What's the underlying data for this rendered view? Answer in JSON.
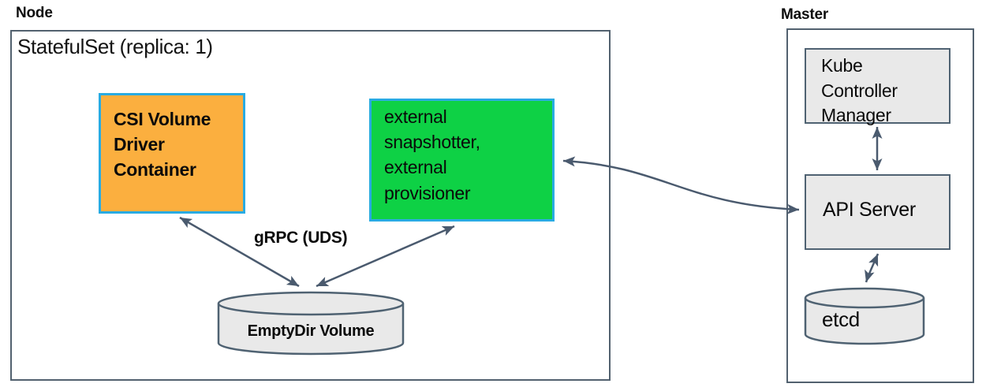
{
  "node_panel": {
    "label": "Node",
    "statefulset_label": "StatefulSet (replica: 1)",
    "csi_driver_box": {
      "label": "CSI Volume\nDriver\nContainer"
    },
    "sidecar_box": {
      "label": "external\nsnapshotter,\nexternal\nprovisioner"
    },
    "grpc_label": "gRPC (UDS)",
    "emptydir_volume": {
      "label": "EmptyDir Volume"
    }
  },
  "master_panel": {
    "label": "Master",
    "kube_controller_manager_box": {
      "label": "Kube\nController\nManager"
    },
    "api_server_box": {
      "label": "API Server"
    },
    "etcd": {
      "label": "etcd"
    }
  },
  "connections": [
    {
      "from": "CSI Volume Driver Container",
      "to": "EmptyDir Volume",
      "type": "bidirectional",
      "label": "gRPC (UDS)"
    },
    {
      "from": "external snapshotter, external provisioner",
      "to": "EmptyDir Volume",
      "type": "bidirectional",
      "label": "gRPC (UDS)"
    },
    {
      "from": "external snapshotter, external provisioner",
      "to": "API Server",
      "type": "bidirectional"
    },
    {
      "from": "Kube Controller Manager",
      "to": "API Server",
      "type": "bidirectional"
    },
    {
      "from": "API Server",
      "to": "etcd",
      "type": "bidirectional"
    }
  ],
  "colors": {
    "csi_fill": "#FBAF3F",
    "sidecar_fill": "#0ED145",
    "container_border_blue": "#29ABE2",
    "component_fill": "#E9E9E9",
    "line_slate": "#4A5A6E"
  }
}
